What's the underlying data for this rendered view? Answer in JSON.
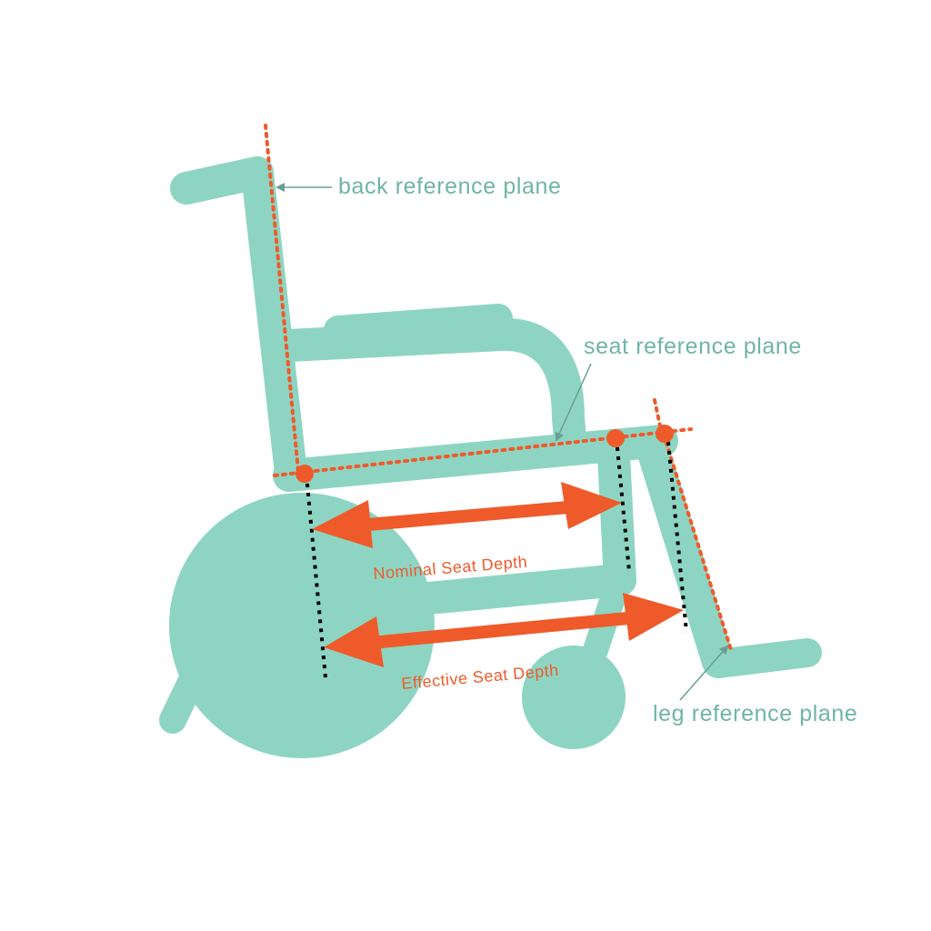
{
  "colors": {
    "chair": "#8dd5c2",
    "accent": "#ef5a2a",
    "label_text": "#6fb5a4",
    "pointer": "#6a9e94",
    "reference_line": "#000000",
    "background": "#ffffff"
  },
  "labels": {
    "back_reference_plane": "back reference plane",
    "seat_reference_plane": "seat reference plane",
    "leg_reference_plane": "leg reference plane",
    "nominal_seat_depth": "Nominal Seat Depth",
    "effective_seat_depth": "Effective Seat Depth"
  }
}
